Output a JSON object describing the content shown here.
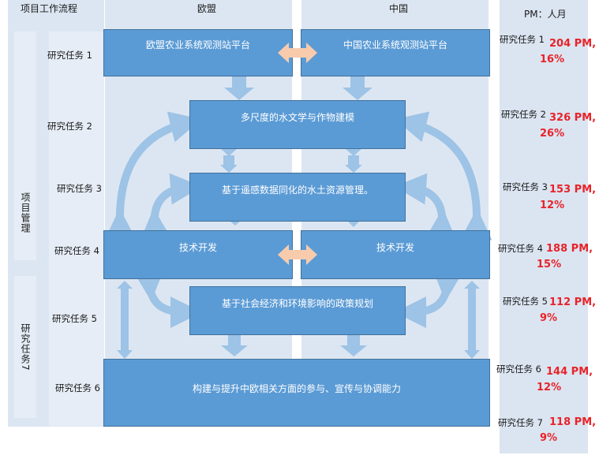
{
  "header": {
    "workflow": "项目工作流程",
    "eu": "欧盟",
    "china": "中国",
    "pm": "PM：人月"
  },
  "side_labels": {
    "management": "项目管理",
    "task7": "研究任务7"
  },
  "tasks": [
    {
      "label": "研究任务 1"
    },
    {
      "label": "研究任务 2"
    },
    {
      "label": "研究任务 3"
    },
    {
      "label": "研究任务 4"
    },
    {
      "label": "研究任务 5"
    },
    {
      "label": "研究任务 6"
    }
  ],
  "boxes": {
    "eu_platform": "欧盟农业系统观测站平台",
    "cn_platform": "中国农业系统观测站平台",
    "modeling": "多尺度的水文学与作物建模",
    "assimilation": "基于遥感数据同化的水土资源管理。",
    "tech_eu": "技术开发",
    "tech_cn": "技术开发",
    "policy": "基于社会经济和环境影响的政策规划",
    "capacity": "构建与提升中欧相关方面的参与、宣传与协调能力"
  },
  "pm_list": [
    {
      "task": "研究任务 1",
      "pm": "204 PM,",
      "pct": "16%"
    },
    {
      "task": "研究任务 2",
      "pm": "326 PM,",
      "pct": "26%"
    },
    {
      "task": "研究任务 3",
      "pm": "153 PM,",
      "pct": "12%"
    },
    {
      "task": "研究任务 4",
      "pm": "188 PM,",
      "pct": "15%"
    },
    {
      "task": "研究任务 5",
      "pm": "112 PM,",
      "pct": "9%"
    },
    {
      "task": "研究任务 6",
      "pm": "144 PM,",
      "pct": "12%"
    },
    {
      "task": "研究任务 7",
      "pm": "118 PM,",
      "pct": "9%"
    }
  ],
  "colors": {
    "box": "#5b9bd5",
    "arrow": "#9dc3e6",
    "double_arrow": "#f8cbad",
    "background_band": "#dce6f2",
    "pm_value": "#e8232a"
  }
}
